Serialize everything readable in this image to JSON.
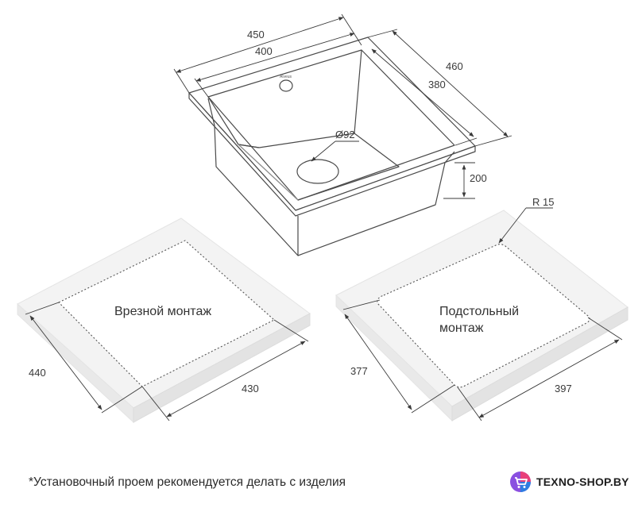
{
  "sink": {
    "dims": {
      "outer_width": "450",
      "inner_width": "400",
      "outer_depth": "460",
      "inner_depth": "380",
      "drain": "Ø92",
      "height": "200"
    },
    "brand_mark": "Alveus"
  },
  "cutouts": [
    {
      "label_line1": "Врезной монтаж",
      "label_line2": "",
      "side_dim": "440",
      "bottom_dim": "430"
    },
    {
      "label_line1": "Подстольный",
      "label_line2": "монтаж",
      "side_dim": "377",
      "bottom_dim": "397",
      "radius": "R 15"
    }
  ],
  "footnote": "*Установочный проем рекомендуется делать с изделия",
  "logo": {
    "text": "TEXNO-SHOP.BY",
    "colors": [
      "#e8407a",
      "#8a4fe0",
      "#2f7de1",
      "#f5a623"
    ]
  }
}
